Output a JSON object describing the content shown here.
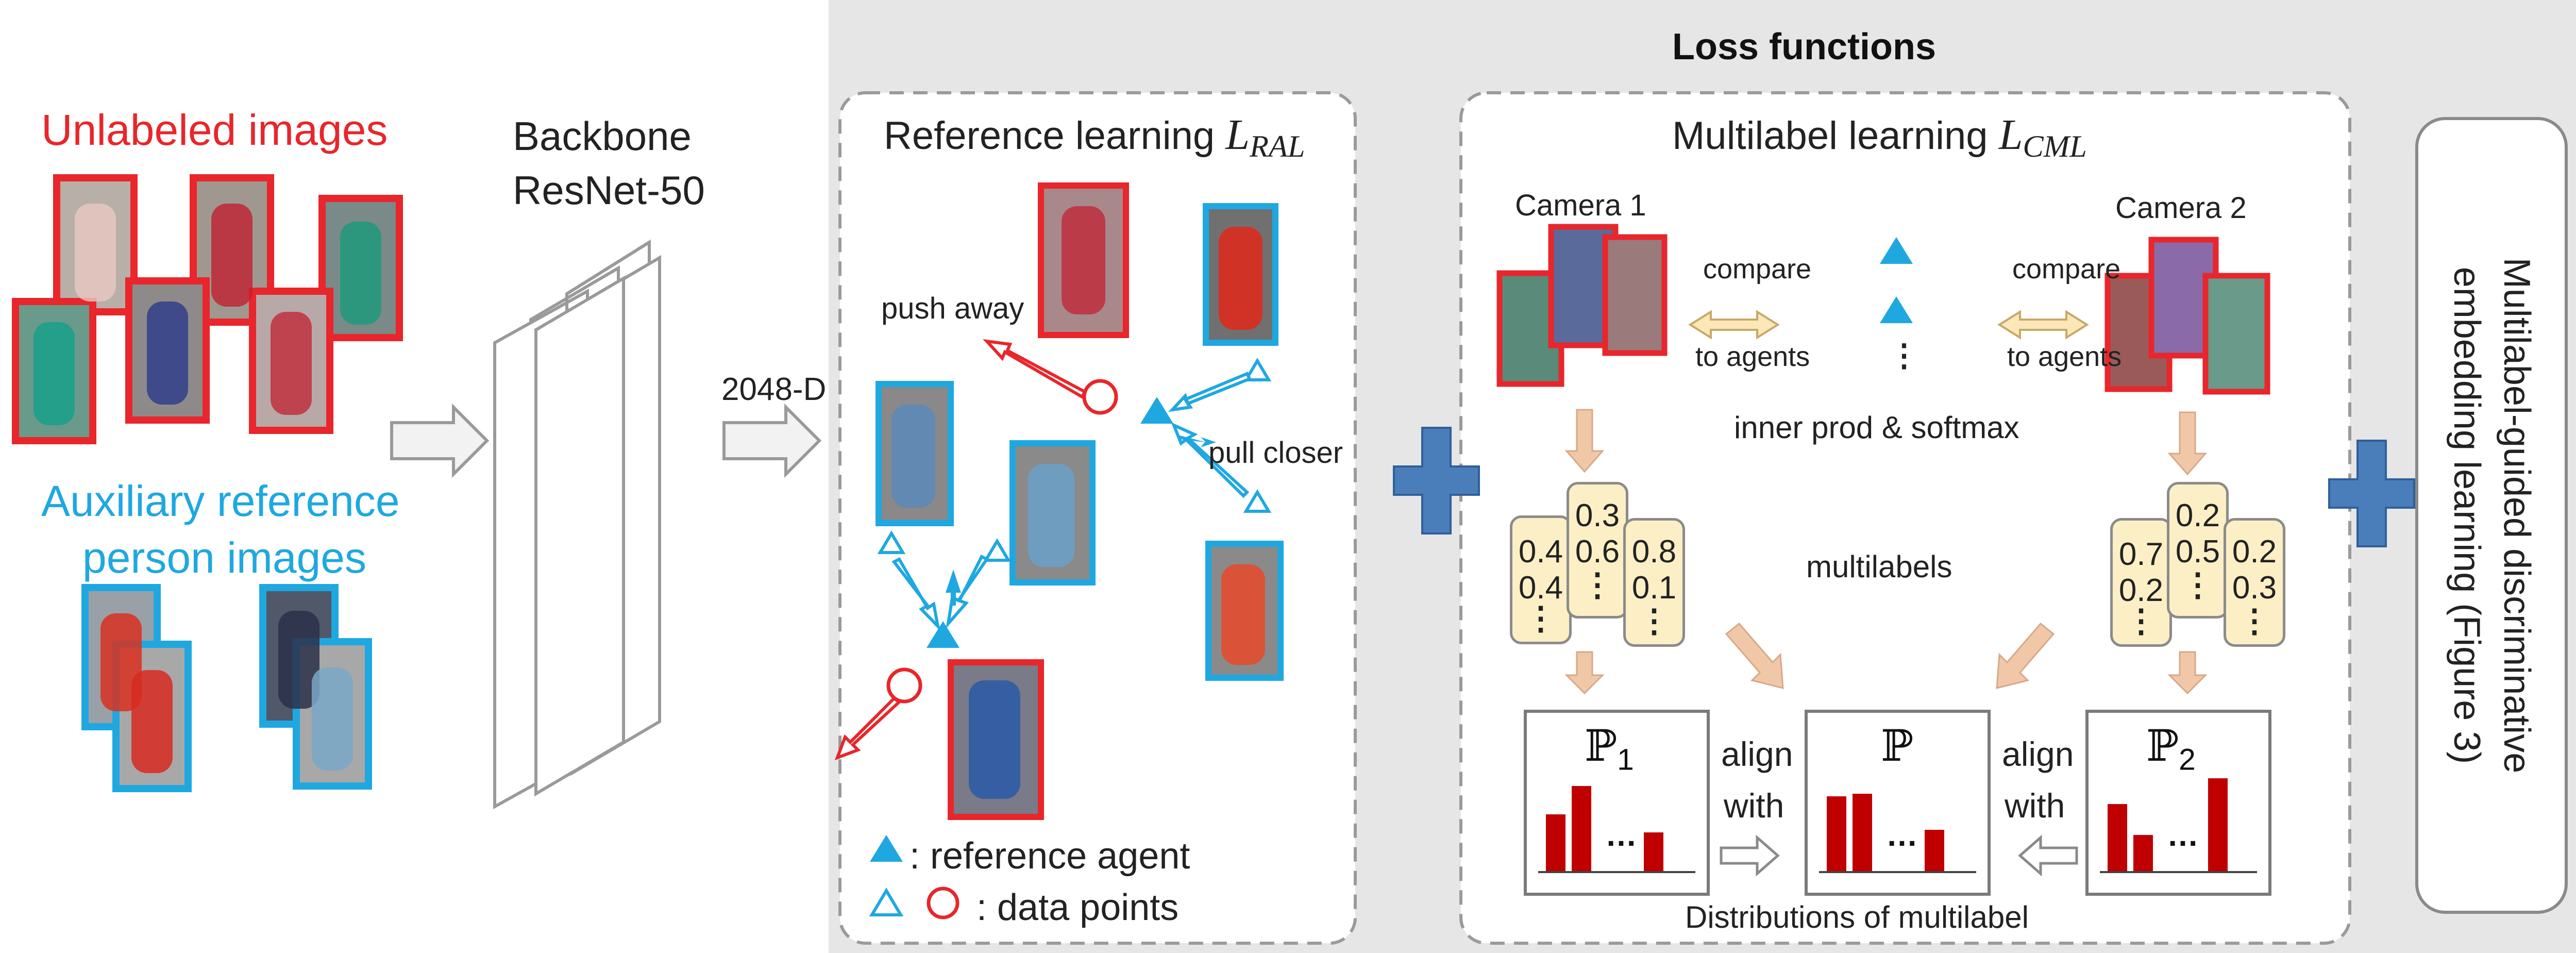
{
  "left": {
    "unlabeled_title": "Unlabeled images",
    "auxiliary_title_line1": "Auxiliary reference",
    "auxiliary_title_line2": "person images"
  },
  "backbone": {
    "line1": "Backbone",
    "line2": "ResNet-50",
    "feature_dim": "2048-D"
  },
  "loss_panel": {
    "title": "Loss functions"
  },
  "reference_learning": {
    "title": "Reference learning",
    "loss_base": "L",
    "loss_sub": "RAL",
    "push_away": "push away",
    "pull_closer": "pull closer",
    "legend_agent": ": reference agent",
    "legend_points": ": data points"
  },
  "multilabel_learning": {
    "title": "Multilabel learning",
    "loss_base": "L",
    "loss_sub": "CML",
    "camera1": "Camera 1",
    "camera2": "Camera 2",
    "compare_left_line1": "compare",
    "compare_left_line2": "to agents",
    "compare_right_line1": "compare",
    "compare_right_line2": "to agents",
    "agents_ellipsis": "⋮",
    "inner_prod": "inner prod & softmax",
    "multilabels": "multilabels",
    "cam1_vectors": [
      {
        "a": "0.4",
        "b": "0.4",
        "c": "⋮"
      },
      {
        "a": "0.3",
        "b": "0.6",
        "c": "⋮"
      },
      {
        "a": "0.8",
        "b": "0.1",
        "c": "⋮"
      }
    ],
    "cam2_vectors": [
      {
        "a": "0.7",
        "b": "0.2",
        "c": "⋮"
      },
      {
        "a": "0.2",
        "b": "0.5",
        "c": "⋮"
      },
      {
        "a": "0.2",
        "b": "0.3",
        "c": "⋮"
      }
    ],
    "p1_symbol": "ℙ",
    "p1_sub": "1",
    "p_symbol": "ℙ",
    "p2_symbol": "ℙ",
    "p2_sub": "2",
    "align_left_line1": "align",
    "align_left_line2": "with",
    "align_right_line1": "align",
    "align_right_line2": "with",
    "bars_ellipsis": "…",
    "distributions_caption": "Distributions of multilabel"
  },
  "right_box": {
    "line1": "Multilabel-guided discriminative",
    "line2": "embedding learning (Figure 3)"
  },
  "colors": {
    "red": "#e8262b",
    "blue": "#1fa8e0",
    "bar_red": "#c00000",
    "plus_blue": "#4a7ebb",
    "arrow_fill": "#f2d7b6"
  }
}
